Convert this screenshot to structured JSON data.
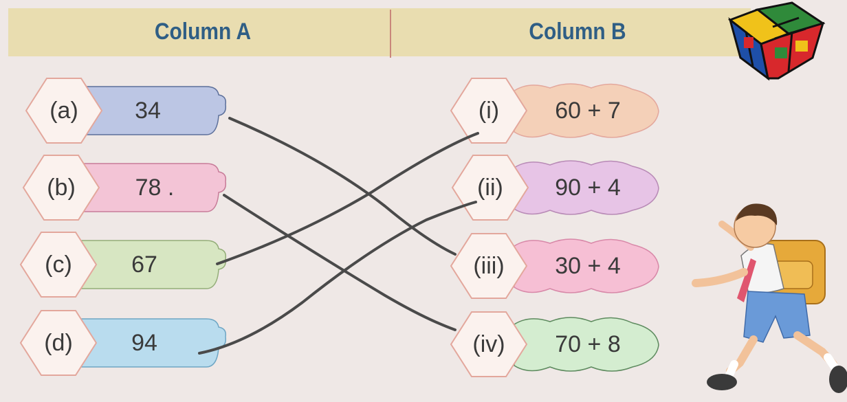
{
  "header": {
    "column_a_title": "Column A",
    "column_b_title": "Column B"
  },
  "column_a": [
    {
      "label": "(a)",
      "value": "34",
      "color": "#bcc6e4"
    },
    {
      "label": "(b)",
      "value": "78 .",
      "color": "#f3c4d6"
    },
    {
      "label": "(c)",
      "value": "67",
      "color": "#d7e6c2"
    },
    {
      "label": "(d)",
      "value": "94",
      "color": "#b9dcee"
    }
  ],
  "column_b": [
    {
      "label": "(i)",
      "value": "60 + 7",
      "color": "#f4d0b8"
    },
    {
      "label": "(ii)",
      "value": "90 + 4",
      "color": "#e7c4e6"
    },
    {
      "label": "(iii)",
      "value": "30 + 4",
      "color": "#f6bfd4"
    },
    {
      "label": "(iv)",
      "value": "70 + 8",
      "color": "#d4edd0"
    }
  ],
  "matches": [
    {
      "from": "(a)",
      "to": "(iii)"
    },
    {
      "from": "(b)",
      "to": "(iv)"
    },
    {
      "from": "(c)",
      "to": "(i)"
    },
    {
      "from": "(d)",
      "to": "(ii)"
    }
  ],
  "colors": {
    "header_band": "#e9ddb0",
    "title_text": "#2f5e85",
    "hexagon_border": "#e3a79c",
    "pencil_line": "#4a4a4a"
  },
  "decorations": [
    "rubiks-cube-icon",
    "schoolboy-illustration"
  ]
}
